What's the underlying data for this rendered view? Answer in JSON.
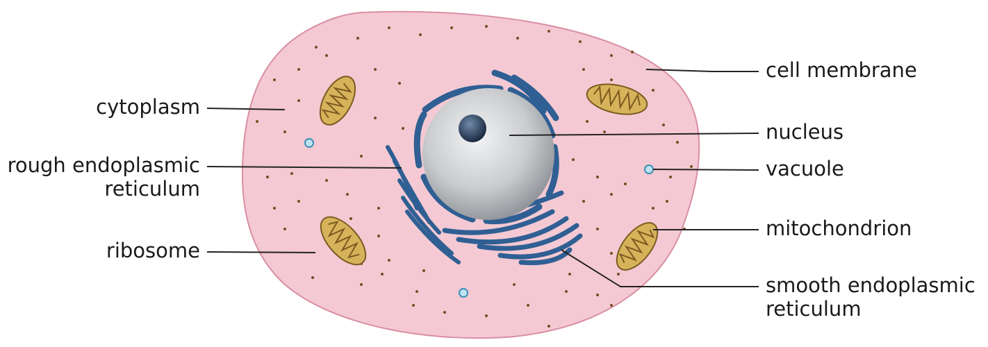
{
  "labels": {
    "cytoplasm": "cytoplasm",
    "rough_er": [
      "rough endoplasmic",
      "reticulum"
    ],
    "ribosome": "ribosome",
    "cell_membrane": "cell membrane",
    "nucleus": "nucleus",
    "vacuole": "vacuole",
    "mitochondrion": "mitochondrion",
    "smooth_er": [
      "smooth endoplasmic",
      "reticulum"
    ]
  },
  "colors": {
    "cytoplasm_fill": "#f4c9d3",
    "membrane": "#d98ea3",
    "nucleus": "#c4c6c9",
    "nucleolus": "#22344f",
    "er": "#2f5f93",
    "mitochondrion": "#d6b25a",
    "vacuole": "#bfe3f2",
    "ribosome": "#7a4a22"
  }
}
